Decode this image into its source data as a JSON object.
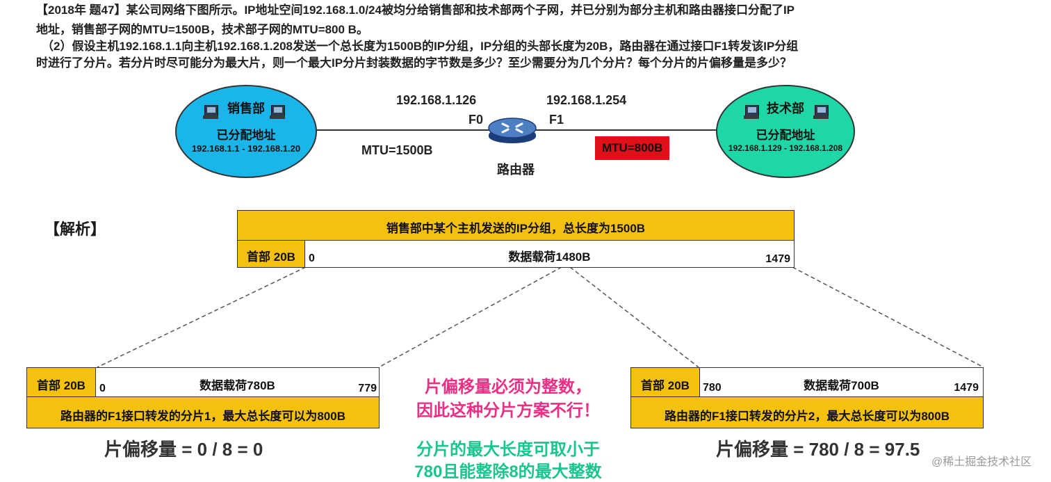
{
  "question": {
    "line1": "【2018年 题47】某公司网络下图所示。IP地址空间192.168.1.0/24被均分给销售部和技术部两个子网，并已分别为部分主机和路由器接口分配了IP",
    "line2": "地址，销售部子网的MTU=1500B，技术部子网的MTU=800 B。",
    "line3": "（2）假设主机192.168.1.1向主机192.168.1.208发送一个总长度为1500B的IP分组，IP分组的头部长度为20B，路由器在通过接口F1转发该IP分组",
    "line4": "时进行了分片。若分片时尽可能分为最大片，则一个最大IP分片封装数据的字节数是多少？至少需要分为几个分片？每个分片的片偏移量是多少？"
  },
  "network": {
    "sales": {
      "name": "销售部",
      "assigned": "已分配地址",
      "range": "192.168.1.1 - 192.168.1.20"
    },
    "tech": {
      "name": "技术部",
      "assigned": "已分配地址",
      "range": "192.168.1.129 - 192.168.1.208"
    },
    "router": {
      "label": "路由器",
      "badge": "ROUTER",
      "f0_label": "F0",
      "f1_label": "F1",
      "f0_ip": "192.168.1.126",
      "f1_ip": "192.168.1.254"
    },
    "mtu_left": "MTU=1500B",
    "mtu_right": "MTU=800B"
  },
  "analysis": {
    "title": "【解析】",
    "packet": {
      "header": "销售部中某个主机发送的IP分组，总长度为1500B",
      "head_label": "首部 20B",
      "payload": "数据载荷1480B",
      "start": "0",
      "end": "1479"
    },
    "frag1": {
      "head_label": "首部 20B",
      "payload": "数据载荷780B",
      "start": "0",
      "end": "779",
      "caption": "路由器的F1接口转发的分片1，最大总长度可以为800B",
      "offset": "片偏移量 = 0 / 8 = 0"
    },
    "frag2": {
      "head_label": "首部 20B",
      "payload": "数据载荷700B",
      "start": "780",
      "end": "1479",
      "caption": "路由器的F1接口转发的分片2，最大总长度可以为800B",
      "offset": "片偏移量 = 780 / 8 = 97.5"
    },
    "note_pink_1": "片偏移量必须为整数，",
    "note_pink_2": "因此这种分片方案不行！",
    "note_teal_1": "分片的最大长度可取小于",
    "note_teal_2": "780且能整除8的最大整数"
  },
  "watermark": "@稀土掘金技术社区",
  "colors": {
    "gold": "#f4c10f",
    "sales": "#1ab6ea",
    "tech": "#1fd6a6",
    "red": "#e0101a",
    "pink": "#ea2f84",
    "teal": "#18c58e"
  }
}
